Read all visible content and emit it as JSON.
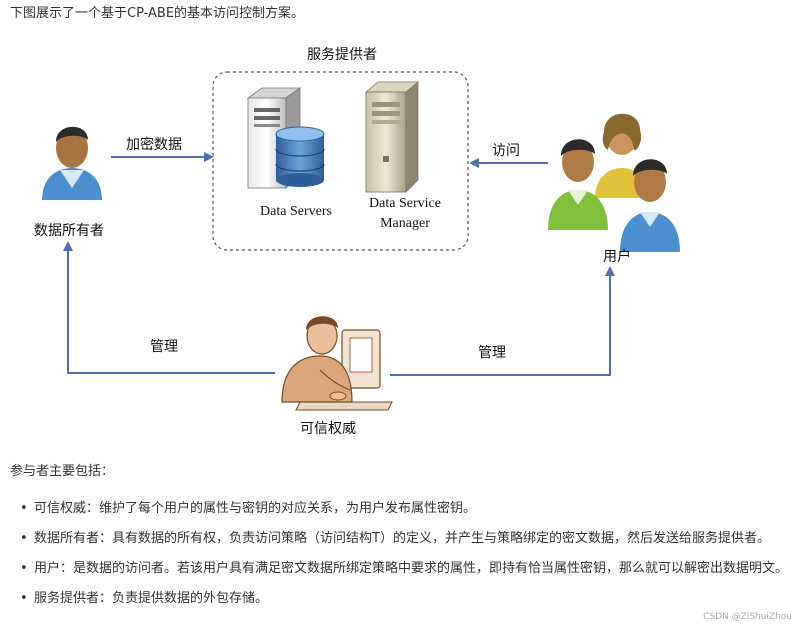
{
  "intro": "下图展示了一个基于CP-ABE的基本访问控制方案。",
  "diagram": {
    "provider_title": "服务提供者",
    "data_servers": "Data Servers",
    "dsm_line1": "Data Service",
    "dsm_line2": "Manager",
    "owner": "数据所有者",
    "users": "用户",
    "authority": "可信权威",
    "encrypt_label": "加密数据",
    "access_label": "访问",
    "manage_left": "管理",
    "manage_right": "管理"
  },
  "section_title": "参与者主要包括：",
  "points": [
    "可信权威：维护了每个用户的属性与密钥的对应关系，为用户发布属性密钥。",
    "数据所有者：具有数据的所有权，负责访问策略（访问结构T）的定义，并产生与策略绑定的密文数据，然后发送给服务提供者。",
    "用户：是数据的访问者。若该用户具有满足密文数据所绑定策略中要求的属性，即持有恰当属性密钥，那么就可以解密出数据明文。",
    "服务提供者：负责提供数据的外包存储。"
  ],
  "watermark": "CSDN @ZiShuiZhou",
  "colors": {
    "arrow": "#4f6fb0",
    "person_blue": "#4a8fd0",
    "person_green": "#7fbf3a",
    "person_yellow": "#e0c23a"
  }
}
